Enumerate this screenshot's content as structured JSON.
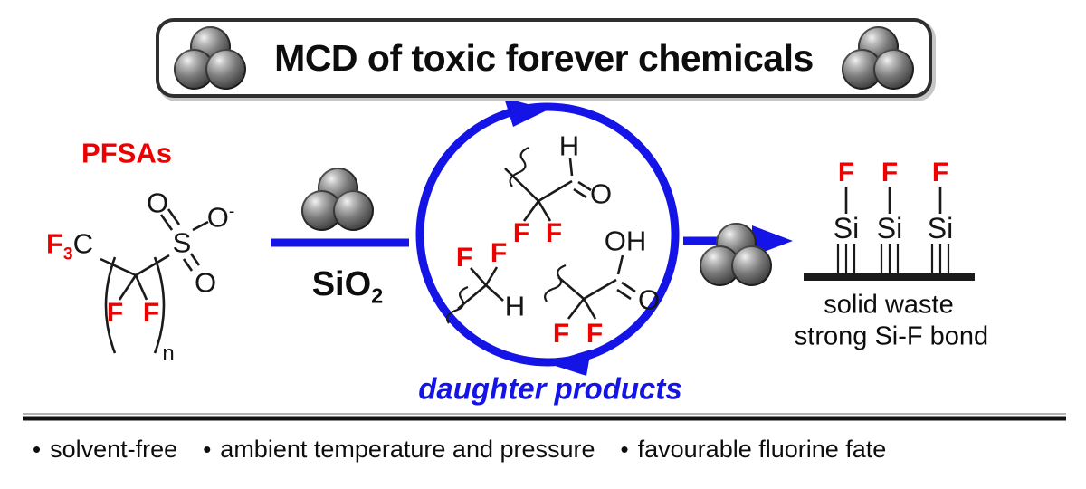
{
  "banner": {
    "title": "MCD of toxic forever chemicals"
  },
  "icons": {
    "sphere_cluster": "three-gray-spheres-triangle",
    "cycle_arrow": "blue-clockwise-circle-arrows",
    "reaction_arrow": "blue-right-arrow"
  },
  "colors": {
    "arrow_blue": "#1414e6",
    "highlight_red": "#ee0000",
    "bond_black": "#1a1a1a",
    "sphere_gray": "#7a7a7a"
  },
  "left": {
    "label": "PFSAs",
    "atoms": {
      "f3_base": "F",
      "f3_sub": "3",
      "c": "C",
      "s": "S",
      "o_top": "O",
      "o_minus_base": "O",
      "o_minus_sup": "-",
      "o_bottom": "O",
      "f1": "F",
      "f2": "F",
      "n": "n"
    }
  },
  "reagent": {
    "formula_base": "SiO",
    "formula_sub": "2"
  },
  "cycle": {
    "caption": "daughter products",
    "aldehyde": {
      "h": "H",
      "o": "O",
      "f1": "F",
      "f2": "F"
    },
    "chf2": {
      "f1": "F",
      "f2": "F",
      "h": "H"
    },
    "acid": {
      "oh": "OH",
      "o": "O",
      "f1": "F",
      "f2": "F"
    }
  },
  "product": {
    "f1": "F",
    "f2": "F",
    "f3": "F",
    "si1": "Si",
    "si2": "Si",
    "si3": "Si",
    "caption1": "solid waste",
    "caption2": "strong Si-F bond"
  },
  "footer": {
    "bullet": "•",
    "items": [
      "solvent-free",
      "ambient temperature and pressure",
      "favourable fluorine fate"
    ]
  }
}
